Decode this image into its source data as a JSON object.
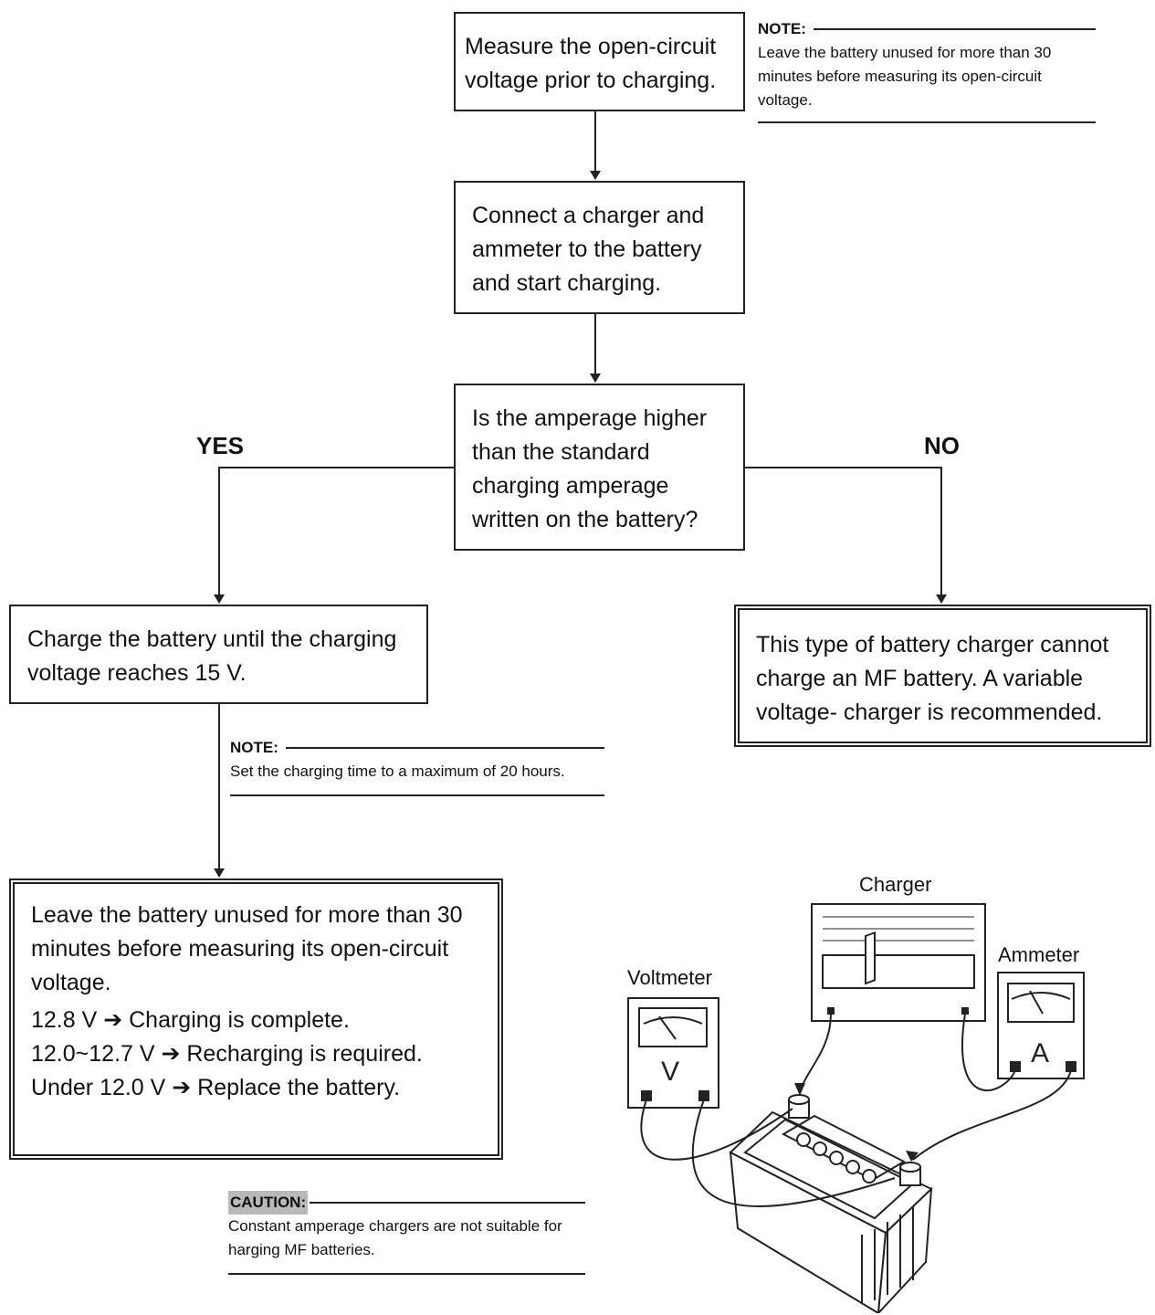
{
  "steps": {
    "measure": [
      "Measure the open-circuit",
      "voltage prior to charging."
    ],
    "connect": [
      "Connect a charger and",
      "ammeter to the battery",
      "and start charging."
    ],
    "question": [
      "Is the amperage higher",
      "than the standard",
      "charging amperage",
      "written on the battery?"
    ],
    "charge": [
      "Charge the battery until the charging",
      "voltage reaches 15 V."
    ],
    "cannot": [
      "This type of battery charger cannot",
      "charge an MF battery. A variable",
      "voltage- charger is recommended."
    ],
    "leave": [
      "Leave the battery unused for more than 30",
      "minutes before measuring its open-circuit",
      "voltage."
    ],
    "results": [
      "12.8 V ➔ Charging is complete.",
      "12.0~12.7 V ➔ Recharging is required.",
      "Under 12.0 V ➔ Replace the battery."
    ]
  },
  "branches": {
    "yes": "YES",
    "no": "NO"
  },
  "notes": {
    "top": {
      "title": "NOTE:",
      "lines": [
        "Leave the battery unused for more than 30",
        "minutes before measuring its open-circuit",
        "voltage."
      ]
    },
    "middle": {
      "title": "NOTE:",
      "lines": [
        "Set the charging time to a maximum of 20 hours."
      ]
    },
    "caution": {
      "title": "CAUTION:",
      "lines": [
        "Constant amperage chargers are not suitable for",
        "harging MF batteries."
      ]
    }
  },
  "illustration": {
    "charger": "Charger",
    "ammeter": "Ammeter",
    "voltmeter": "Voltmeter",
    "voltmeter_symbol": "V",
    "ammeter_symbol": "A"
  }
}
